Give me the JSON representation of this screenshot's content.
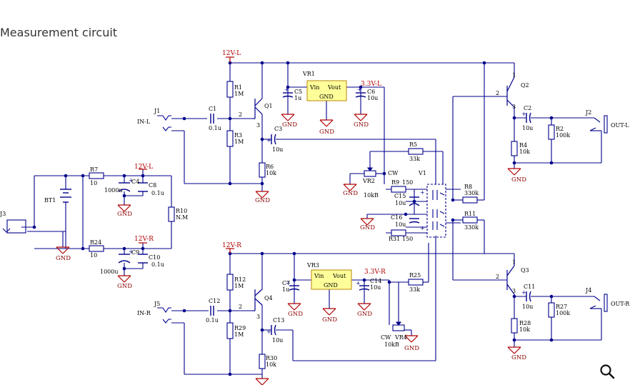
{
  "page": {
    "title": "Measurement circuit"
  },
  "colors": {
    "wire": "#00008b",
    "power": "#c00000",
    "chip_fill": "#ffff99",
    "chip_border": "#b8860b",
    "text": "#000000",
    "gnd_text": "#8b0000",
    "title": "#333333"
  },
  "icons": {
    "zoom": "magnifier-icon"
  },
  "nets": {
    "v12l": "12V-L",
    "v12r": "12V-R",
    "v33l": "3.3V-L",
    "v33r": "3.3V-R",
    "gnd": "GND"
  },
  "labels": {
    "in_l": "IN-L",
    "in_r": "IN-R",
    "out_l": "OUT-L",
    "out_r": "OUT-R",
    "j1": "J1",
    "j2": "J2",
    "j3": "J3",
    "j4": "J4",
    "j5": "J5",
    "bt1": "BT1",
    "vr1": "VR1",
    "vr3": "VR3",
    "v1": "V1",
    "vin": "Vin",
    "vout": "Vout",
    "chip_gnd": "GND",
    "q1": "Q1",
    "q2": "Q2",
    "q3": "Q3",
    "q4": "Q4",
    "pin1": "1",
    "pin2": "2",
    "pin3": "3",
    "cw": "CW",
    "vr2": "VR2",
    "vr4": "VR4",
    "vr_val": "10kB",
    "vr4_val": "10kB"
  },
  "resistors": {
    "r1": "R1",
    "r1v": "1M",
    "r2": "R2",
    "r2v": "100k",
    "r3": "R3",
    "r3v": "1M",
    "r4": "R4",
    "r4v": "10k",
    "r5": "R5",
    "r5v": "33k",
    "r6": "R6",
    "r6v": "10k",
    "r7": "R7",
    "r7v": "10",
    "r8": "R8",
    "r8v": "330k",
    "r9": "R9",
    "r9v": "150",
    "r10": "R10",
    "r10v": "N.M",
    "r11": "R11",
    "r11v": "330k",
    "r12": "R12",
    "r12v": "1M",
    "r24": "R24",
    "r24v": "10",
    "r25": "R25",
    "r25v": "33k",
    "r27": "R27",
    "r27v": "100k",
    "r28": "R28",
    "r28v": "10k",
    "r29": "R29",
    "r29v": "1M",
    "r30": "R30",
    "r30v": "10k",
    "r31": "R31",
    "r31v": "150"
  },
  "capacitors": {
    "c1": "C1",
    "c1v": "0.1u",
    "c2": "C2",
    "c2v": "10u",
    "c3": "C3",
    "c3v": "10u",
    "c4": "C4",
    "c4v": "1000u",
    "c5": "C5",
    "c5v": "1u",
    "c6": "C6",
    "c6v": "10u",
    "c7": "C7",
    "c7v": "1u",
    "c8": "C8",
    "c8v": "0.1u",
    "c9": "C9",
    "c9v": "1000u",
    "c10": "C10",
    "c10v": "0.1u",
    "c11": "C11",
    "c11v": "10u",
    "c12": "C12",
    "c12v": "0.1u",
    "c13": "C13",
    "c13v": "10u",
    "c14": "C14",
    "c14v": "10u",
    "c15": "C15",
    "c15v": "10u",
    "c16": "C16",
    "c16v": "10u"
  }
}
